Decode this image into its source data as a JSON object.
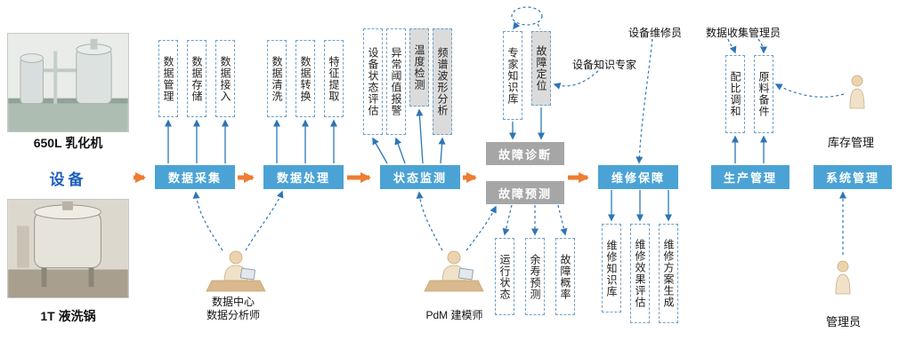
{
  "colors": {
    "blue-box": "#4BA3D5",
    "gray-box": "#A6A6A6",
    "arrow-orange": "#ED7D31",
    "arrow-blue": "#2E75B6",
    "sub-border": "#6FA0C8",
    "sub-gray-bg": "#DBDBDB",
    "device-label": "#1F5FBF",
    "person": "#EDD3AD"
  },
  "left": {
    "device_label": "设备",
    "machine1_caption": "650L 乳化机",
    "machine2_caption": "1T 液洗锅"
  },
  "flow": {
    "data_collection": "数据采集",
    "data_processing": "数据处理",
    "condition_monitoring": "状态监测",
    "fault_diagnosis": "故障诊断",
    "fault_prediction": "故障预测",
    "maintenance_support": "维修保障",
    "production_management": "生产管理",
    "system_management": "系统管理"
  },
  "sub": {
    "collection": [
      "数据管理",
      "数据存储",
      "数据接入"
    ],
    "processing": [
      "数据清洗",
      "数据转换",
      "特征提取"
    ],
    "monitoring": [
      "设备状态评估",
      "异常阈值报警",
      "温度检测",
      "频谱波形分析"
    ],
    "diagnosis": [
      "专家知识库",
      "故障定位"
    ],
    "prediction_outputs": [
      "运行状态",
      "余寿预测",
      "故障概率"
    ],
    "maintenance": [
      "维修知识库",
      "维修效果评估",
      "维修方案生成"
    ],
    "production": [
      "配比调和",
      "原料备件"
    ]
  },
  "roles": {
    "analyst_line1": "数据中心",
    "analyst_line2": "数据分析师",
    "pdm_modeler": "PdM 建模师",
    "knowledge_expert": "设备知识专家",
    "maintenance_worker": "设备维修员",
    "data_admin": "数据收集管理员",
    "inventory_mgmt": "库存管理",
    "admin": "管理员"
  }
}
